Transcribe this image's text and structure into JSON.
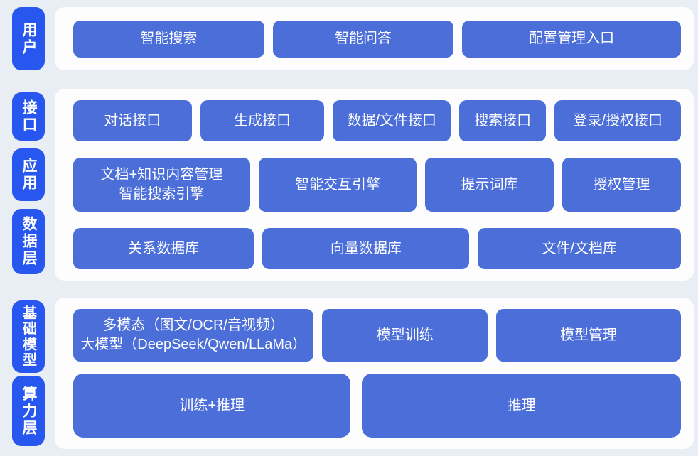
{
  "diagram": {
    "colors": {
      "background": "#e9edf4",
      "panel": "#fdfdfe",
      "side_label_blue": "#2857f0",
      "node_blue": "#4b6ed9",
      "text": "#ffffff"
    },
    "bands": [
      {
        "side_labels": [
          "用户"
        ],
        "rows": [
          [
            "智能搜索",
            "智能问答",
            "配置管理入口"
          ]
        ]
      },
      {
        "side_labels": [
          "接口",
          "应用",
          "数据层"
        ],
        "rows": [
          [
            "对话接口",
            "生成接口",
            "数据/文件接口",
            "搜索接口",
            "登录/授权接口"
          ],
          [
            "文档+知识内容管理\n智能搜索引擎",
            "智能交互引擎",
            "提示词库",
            "授权管理"
          ],
          [
            "关系数据库",
            "向量数据库",
            "文件/文档库"
          ]
        ]
      },
      {
        "side_labels": [
          "基础模型",
          "算力层"
        ],
        "rows": [
          [
            "多模态（图文/OCR/音视频）\n大模型（DeepSeek/Qwen/LLaMa）",
            "模型训练",
            "模型管理"
          ],
          [
            "训练+推理",
            "推理"
          ]
        ]
      }
    ]
  }
}
